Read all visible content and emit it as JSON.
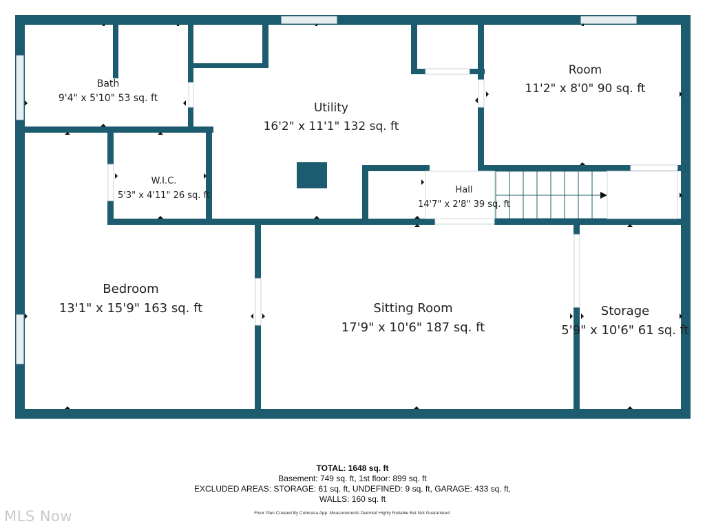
{
  "colors": {
    "wall": "#1d5c6e",
    "window": "#e6eef0",
    "text": "#222222"
  },
  "rooms": {
    "bath": {
      "name": "Bath",
      "dims": "9'4\" x 5'10\" 53 sq. ft"
    },
    "utility": {
      "name": "Utility",
      "dims": "16'2\" x 11'1\" 132 sq. ft"
    },
    "room": {
      "name": "Room",
      "dims": "11'2\" x 8'0\" 90 sq. ft"
    },
    "wic": {
      "name": "W.I.C.",
      "dims": "5'3\" x 4'11\" 26 sq. ft"
    },
    "hall": {
      "name": "Hall",
      "dims": "14'7\" x 2'8\" 39 sq. ft"
    },
    "bedroom": {
      "name": "Bedroom",
      "dims": "13'1\" x 15'9\" 163 sq. ft"
    },
    "sitting": {
      "name": "Sitting Room",
      "dims": "17'9\" x 10'6\" 187 sq. ft"
    },
    "storage": {
      "name": "Storage",
      "dims": "5'9\" x 10'6\" 61 sq. ft"
    }
  },
  "footer": {
    "total": "TOTAL: 1648 sq. ft",
    "line1": "Basement: 749 sq. ft, 1st floor: 899 sq. ft",
    "line2": "EXCLUDED AREAS: STORAGE: 61 sq. ft, UNDEFINED: 9 sq. ft, GARAGE: 433 sq. ft,",
    "line3": "WALLS: 160 sq. ft",
    "credit": "Floor Plan Created By Cubicasa App. Measurements Deemed Highly Reliable But Not Guaranteed."
  },
  "watermark": "MLS Now"
}
